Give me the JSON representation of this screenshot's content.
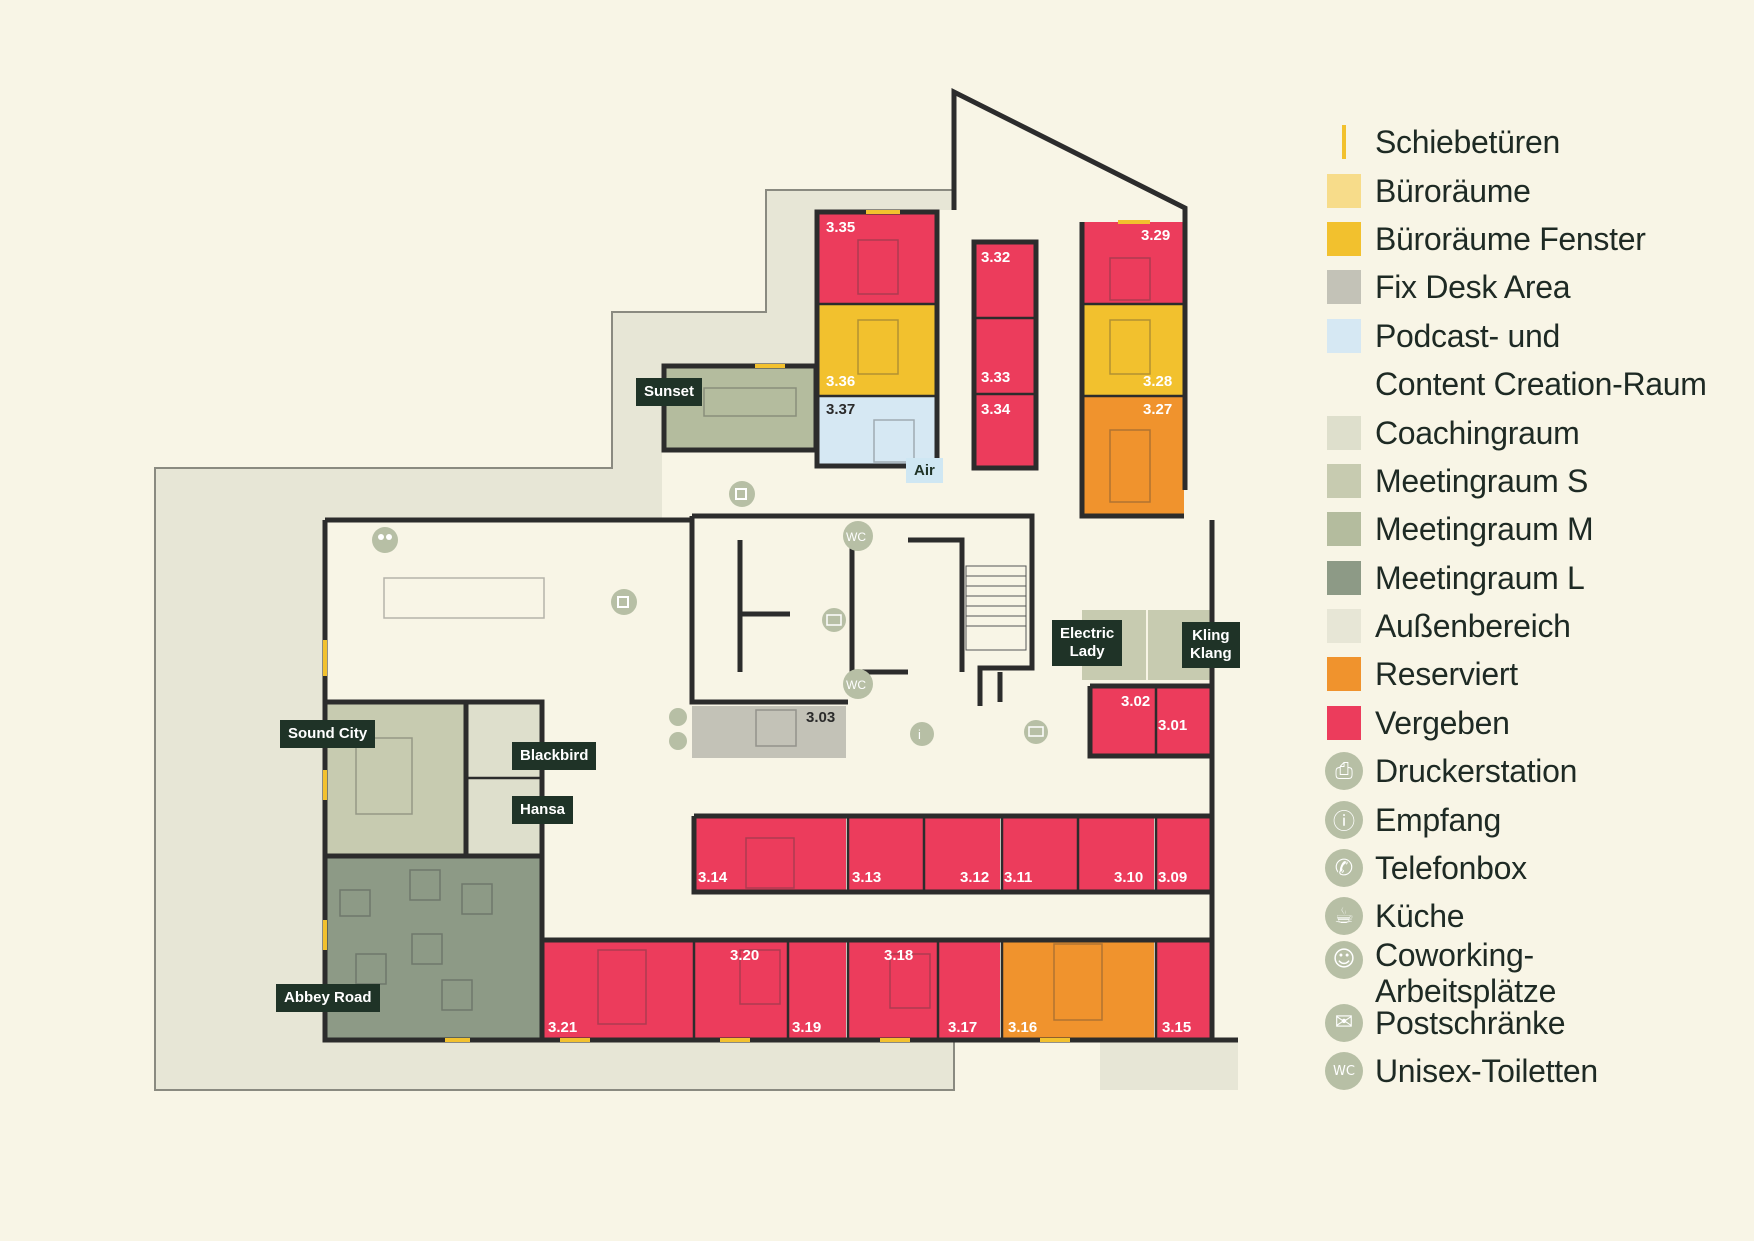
{
  "colors": {
    "background": "#f8f5e6",
    "wall": "#2c2c2c",
    "schiebetueren": "#f2c12e",
    "bueroraeume": "#f7dc8a",
    "bueroraeume_fenster": "#f2c12e",
    "fix_desk": "#c3c2b7",
    "podcast": "#d6e8f3",
    "coaching": "#dedfcc",
    "meeting_s": "#c7cbb0",
    "meeting_m": "#b4bc9e",
    "meeting_l": "#8d9a86",
    "aussen": "#e7e6d6",
    "reserviert": "#f0932d",
    "vergeben": "#ec3c5c",
    "icon": "#b7bfa5"
  },
  "rooms": {
    "r335": "3.35",
    "r336": "3.36",
    "r337": "3.37",
    "r332": "3.32",
    "r333": "3.33",
    "r334": "3.34",
    "r329": "3.29",
    "r328": "3.28",
    "r327": "3.27",
    "r302": "3.02",
    "r301": "3.01",
    "r303": "3.03",
    "r314": "3.14",
    "r313": "3.13",
    "r312": "3.12",
    "r311": "3.11",
    "r310": "3.10",
    "r309": "3.09",
    "r321": "3.21",
    "r320": "3.20",
    "r319": "3.19",
    "r318": "3.18",
    "r317": "3.17",
    "r316": "3.16",
    "r315": "3.15"
  },
  "tags": {
    "sunset": "Sunset",
    "air": "Air",
    "sound_city": "Sound City",
    "blackbird": "Blackbird",
    "hansa": "Hansa",
    "abbey_road": "Abbey Road",
    "electric_lady": "Electric\nLady",
    "kling_klang": "Kling\nKlang",
    "wc": "WC"
  },
  "legend": [
    {
      "key": "schiebetueren",
      "label": "Schiebetüren",
      "type": "line",
      "icon": "sliding-door-line"
    },
    {
      "key": "bueroraeume",
      "label": "Büroräume",
      "type": "swatch"
    },
    {
      "key": "bueroraeume_fenster",
      "label": "Büroräume Fenster",
      "type": "swatch"
    },
    {
      "key": "fix_desk",
      "label": "Fix Desk Area",
      "type": "swatch"
    },
    {
      "key": "podcast",
      "label": "Podcast- und",
      "type": "swatch"
    },
    {
      "key": "none",
      "label": "Content Creation-Raum",
      "type": "none"
    },
    {
      "key": "coaching",
      "label": "Coachingraum",
      "type": "swatch"
    },
    {
      "key": "meeting_s",
      "label": "Meetingraum S",
      "type": "swatch"
    },
    {
      "key": "meeting_m",
      "label": "Meetingraum M",
      "type": "swatch"
    },
    {
      "key": "meeting_l",
      "label": "Meetingraum L",
      "type": "swatch"
    },
    {
      "key": "aussen",
      "label": "Außenbereich",
      "type": "swatch"
    },
    {
      "key": "reserviert",
      "label": "Reserviert",
      "type": "swatch"
    },
    {
      "key": "vergeben",
      "label": "Vergeben",
      "type": "swatch"
    },
    {
      "key": "drucker",
      "label": "Druckerstation",
      "type": "icon",
      "icon": "printer-icon"
    },
    {
      "key": "empfang",
      "label": "Empfang",
      "type": "icon",
      "icon": "info-icon"
    },
    {
      "key": "telefon",
      "label": "Telefonbox",
      "type": "icon",
      "icon": "phone-icon"
    },
    {
      "key": "kueche",
      "label": "Küche",
      "type": "icon",
      "icon": "coffee-cup-icon"
    },
    {
      "key": "coworking",
      "label": "Coworking-\nArbeitsplätze",
      "type": "icon",
      "icon": "people-icon",
      "tall": true
    },
    {
      "key": "post",
      "label": "Postschränke",
      "type": "icon",
      "icon": "mail-icon"
    },
    {
      "key": "wc",
      "label": "Unisex-Toiletten",
      "type": "icon",
      "icon": "wc-icon"
    }
  ]
}
